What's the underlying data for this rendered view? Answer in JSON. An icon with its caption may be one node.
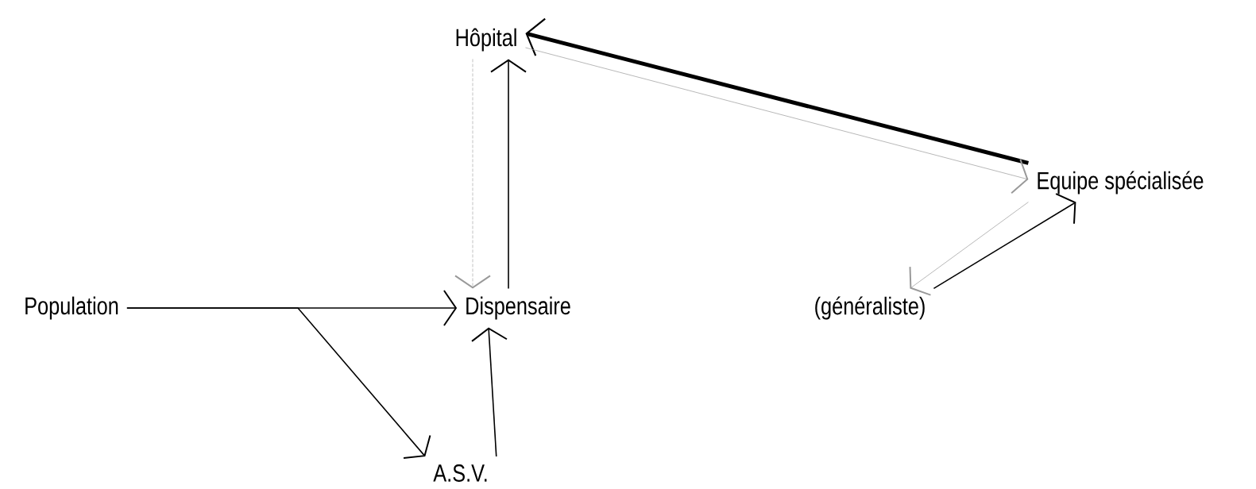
{
  "diagram": {
    "nodes": [
      {
        "text": [
          "Hôpital"
        ]
      },
      {
        "text": [
          "Equipe spécialisée"
        ]
      },
      {
        "text": [
          "Population"
        ]
      },
      {
        "text": [
          "Dispensaire"
        ]
      },
      {
        "text": [
          "(généraliste)"
        ]
      },
      {
        "text": [
          "A.S.V."
        ]
      }
    ],
    "edges": [
      {
        "from": 1,
        "to": 0,
        "arrow": "to",
        "style": "thick"
      },
      {
        "from": 0,
        "to": 1,
        "arrow": "to",
        "color": "#999999"
      },
      {
        "from": 0,
        "to": 3,
        "arrow": "to",
        "style": "dashed",
        "color": "#999999"
      },
      {
        "from": 3,
        "to": 0,
        "arrow": "to"
      },
      {
        "from": 1,
        "to": 4,
        "arrow": "to",
        "color": "#999999"
      },
      {
        "from": 4,
        "to": 1,
        "arrow": "to"
      },
      {
        "from": 2,
        "to": 3,
        "arrow": "to"
      },
      {
        "from": 2,
        "to": 5,
        "arrow": "to"
      },
      {
        "from": 5,
        "to": 3,
        "arrow": "to"
      }
    ]
  }
}
